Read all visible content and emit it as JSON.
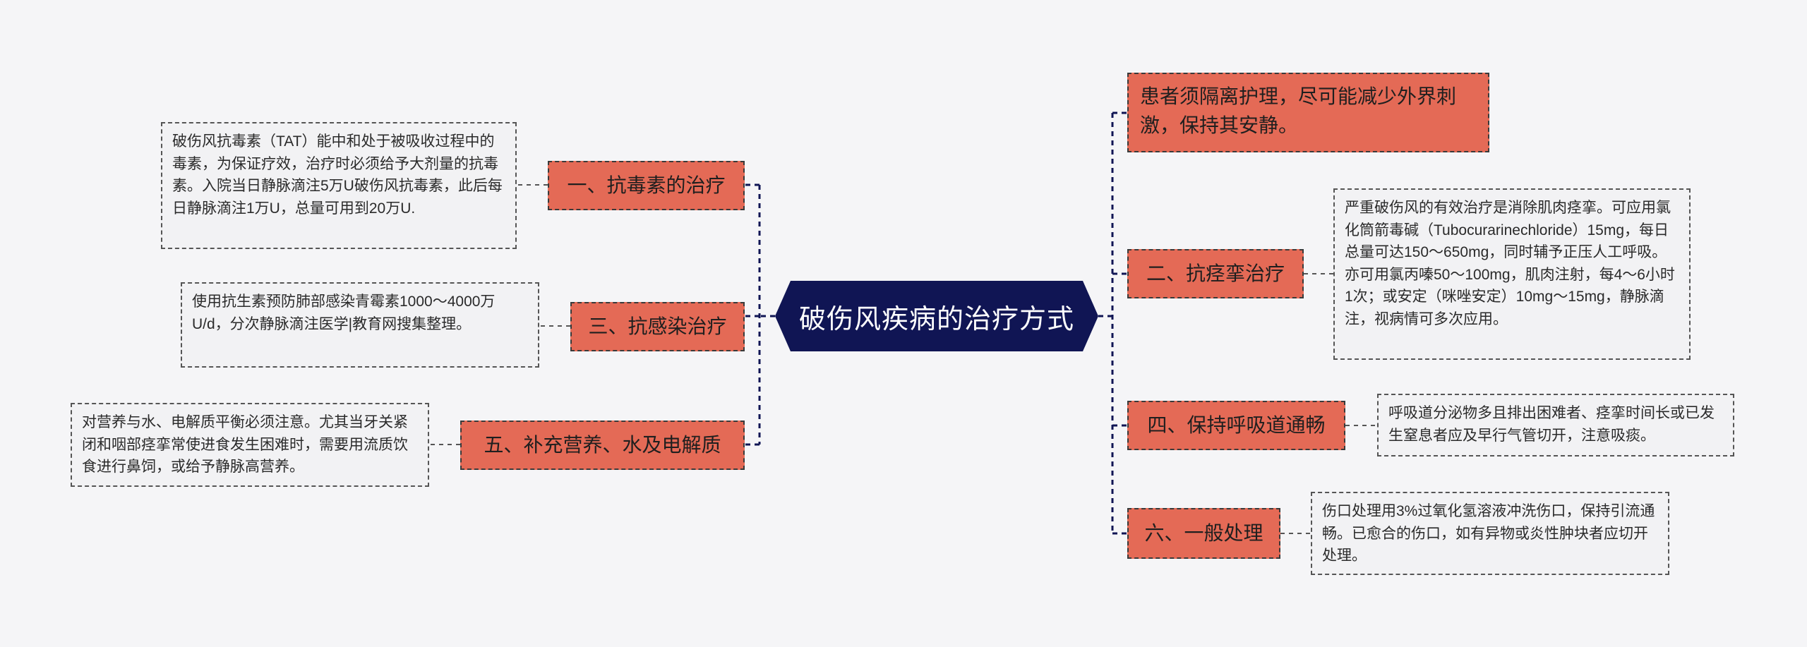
{
  "center": {
    "title": "破伤风疾病的治疗方式"
  },
  "branches": {
    "b1": {
      "label": "一、抗毒素的治疗",
      "detail": "破伤风抗毒素（TAT）能中和处于被吸收过程中的毒素，为保证疗效，治疗时必须给予大剂量的抗毒素。入院当日静脉滴注5万U破伤风抗毒素，此后每日静脉滴注1万U，总量可用到20万U."
    },
    "b2": {
      "label": "三、抗感染治疗",
      "detail": "使用抗生素预防肺部感染青霉素1000～4000万U/d，分次静脉滴注医学|教育网搜集整理。"
    },
    "b3": {
      "label": "五、补充营养、水及电解质",
      "detail": "对营养与水、电解质平衡必须注意。尤其当牙关紧闭和咽部痉挛常使进食发生困难时，需要用流质饮食进行鼻饲，或给予静脉高营养。"
    },
    "b4": {
      "label": "患者须隔离护理，尽可能减少外界刺激，保持其安静。"
    },
    "b5": {
      "label": "二、抗痉挛治疗",
      "detail": "严重破伤风的有效治疗是消除肌肉痉挛。可应用氯化筒箭毒碱（Tubocurarinechloride）15mg，每日总量可达150～650mg，同时辅予正压人工呼吸。亦可用氯丙嗪50～100mg，肌肉注射，每4～6小时1次；或安定（咪唑安定）10mg～15mg，静脉滴注，视病情可多次应用。"
    },
    "b6": {
      "label": "四、保持呼吸道通畅",
      "detail": "呼吸道分泌物多且排出困难者、痉挛时间长或已发生窒息者应及早行气管切开，注意吸痰。"
    },
    "b7": {
      "label": "六、一般处理",
      "detail": "伤口处理用3%过氧化氢溶液冲洗伤口，保持引流通畅。已愈合的伤口，如有异物或炎性肿块者应切开处理。"
    }
  },
  "colors": {
    "center": "#101554",
    "branch": "#e46a56",
    "leaf": "#f2f2f4",
    "line": "#101554"
  }
}
